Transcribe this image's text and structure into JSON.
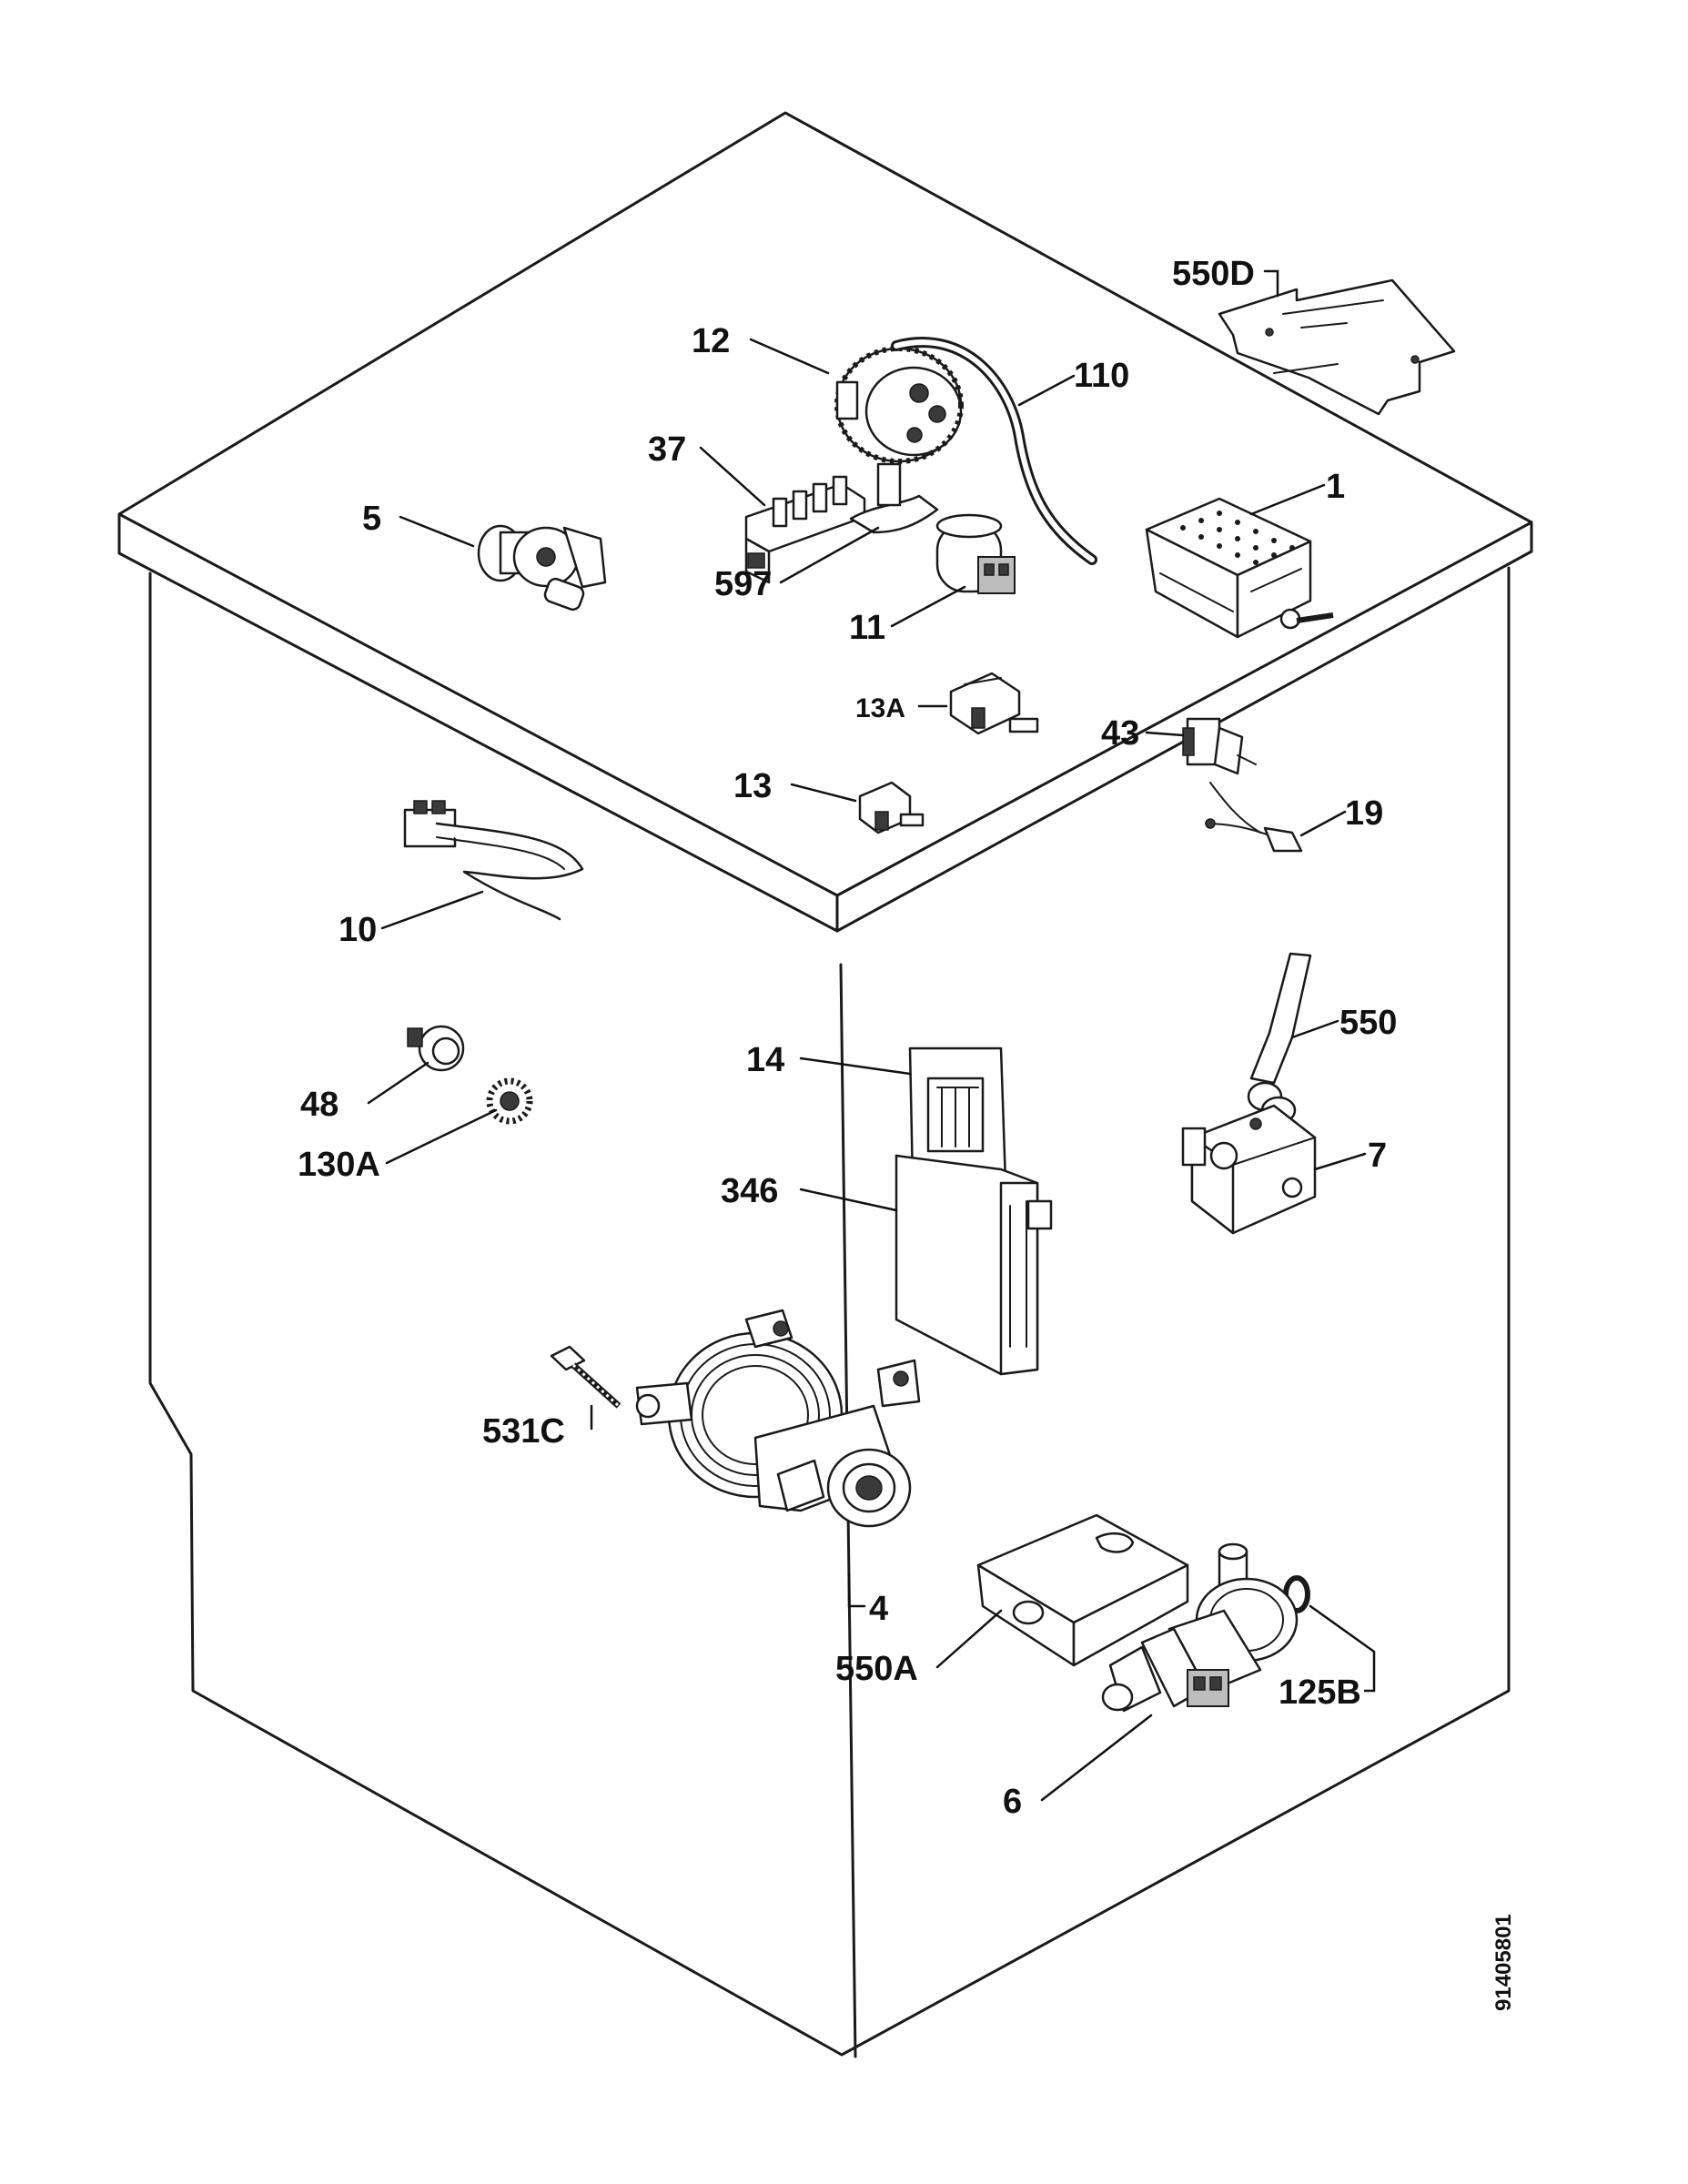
{
  "diagram": {
    "document_id": "91405801",
    "parts": [
      {
        "key": "p550D",
        "label": "550D"
      },
      {
        "key": "p12",
        "label": "12"
      },
      {
        "key": "p110",
        "label": "110"
      },
      {
        "key": "p37",
        "label": "37"
      },
      {
        "key": "p1",
        "label": "1"
      },
      {
        "key": "p5",
        "label": "5"
      },
      {
        "key": "p597",
        "label": "597"
      },
      {
        "key": "p11",
        "label": "11"
      },
      {
        "key": "p13A",
        "label": "13A"
      },
      {
        "key": "p43",
        "label": "43"
      },
      {
        "key": "p13",
        "label": "13"
      },
      {
        "key": "p19",
        "label": "19"
      },
      {
        "key": "p10",
        "label": "10"
      },
      {
        "key": "p550",
        "label": "550"
      },
      {
        "key": "p14",
        "label": "14"
      },
      {
        "key": "p48",
        "label": "48"
      },
      {
        "key": "p346",
        "label": "346"
      },
      {
        "key": "p7",
        "label": "7"
      },
      {
        "key": "p130A",
        "label": "130A"
      },
      {
        "key": "p531C",
        "label": "531C"
      },
      {
        "key": "p4",
        "label": "4"
      },
      {
        "key": "p550A",
        "label": "550A"
      },
      {
        "key": "p125B",
        "label": "125B"
      },
      {
        "key": "p6",
        "label": "6"
      }
    ]
  }
}
